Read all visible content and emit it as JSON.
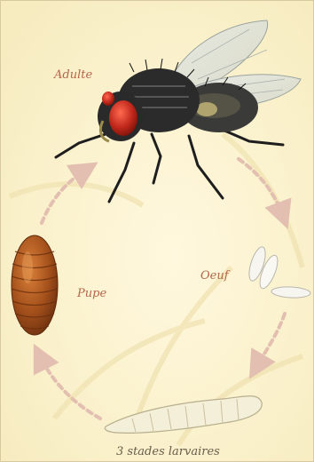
{
  "diagram": {
    "stages": {
      "adult": "Adulte",
      "egg": "Oeuf",
      "pupa": "Pupe",
      "larva": "3 stades larvaires"
    }
  },
  "colors": {
    "background": "#fbf3d0",
    "label": "#b4654a",
    "label_dark": "#6b5a4a",
    "arrow": "#e2bfb0",
    "fly_body": "#2b2b2b",
    "fly_eye": "#c0392b",
    "pupa": "#a0521e",
    "egg": "#f7f5ef",
    "larva": "#f4efd8"
  }
}
